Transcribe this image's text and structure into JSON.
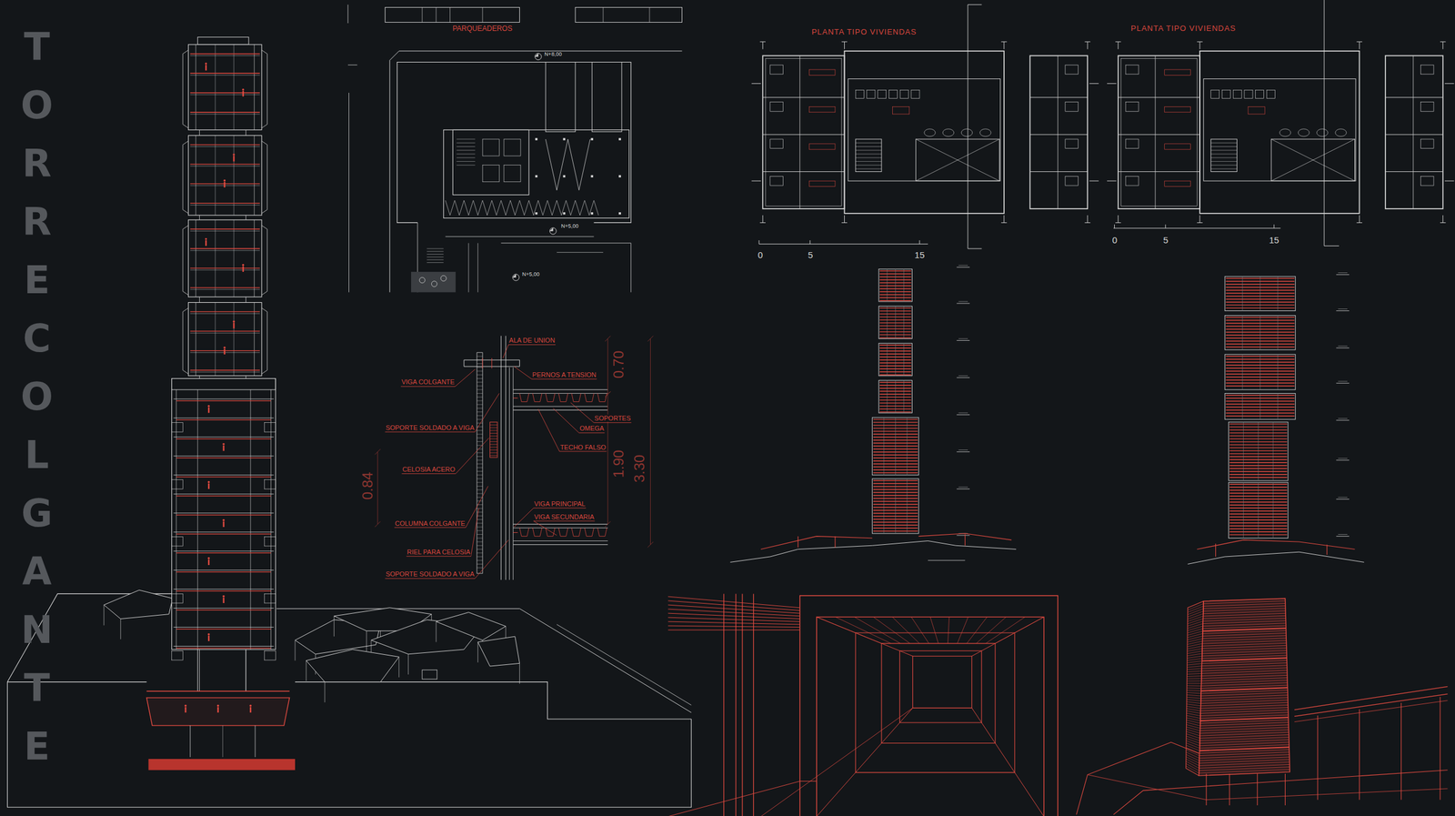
{
  "diagram": {
    "title": "TORRE COLGANTE",
    "labels": [
      "PARQUEADEROS",
      "N+8,00",
      "N+5,00",
      "N+5,00",
      "ALA DE UNION",
      "VIGA COLGANTE",
      "PERNOS A TENSION",
      "0.70",
      "SOPORTES",
      "SOPORTE SOLDADO A VIGA",
      "OMEGA",
      "TECHO FALSO",
      "CELOSIA ACERO",
      "0.84",
      "1.90",
      "3.30",
      "VIGA PRINCIPAL",
      "VIGA SECUNDARIA",
      "COLUMNA COLGANTE",
      "RIEL PARA CELOSIA",
      "SOPORTE SOLDADO A VIGA",
      "PLANTA TIPO VIVIENDAS",
      "PLANTA TIPO VIVIENDAS",
      "0",
      "5",
      "15",
      "0",
      "5",
      "15"
    ]
  }
}
